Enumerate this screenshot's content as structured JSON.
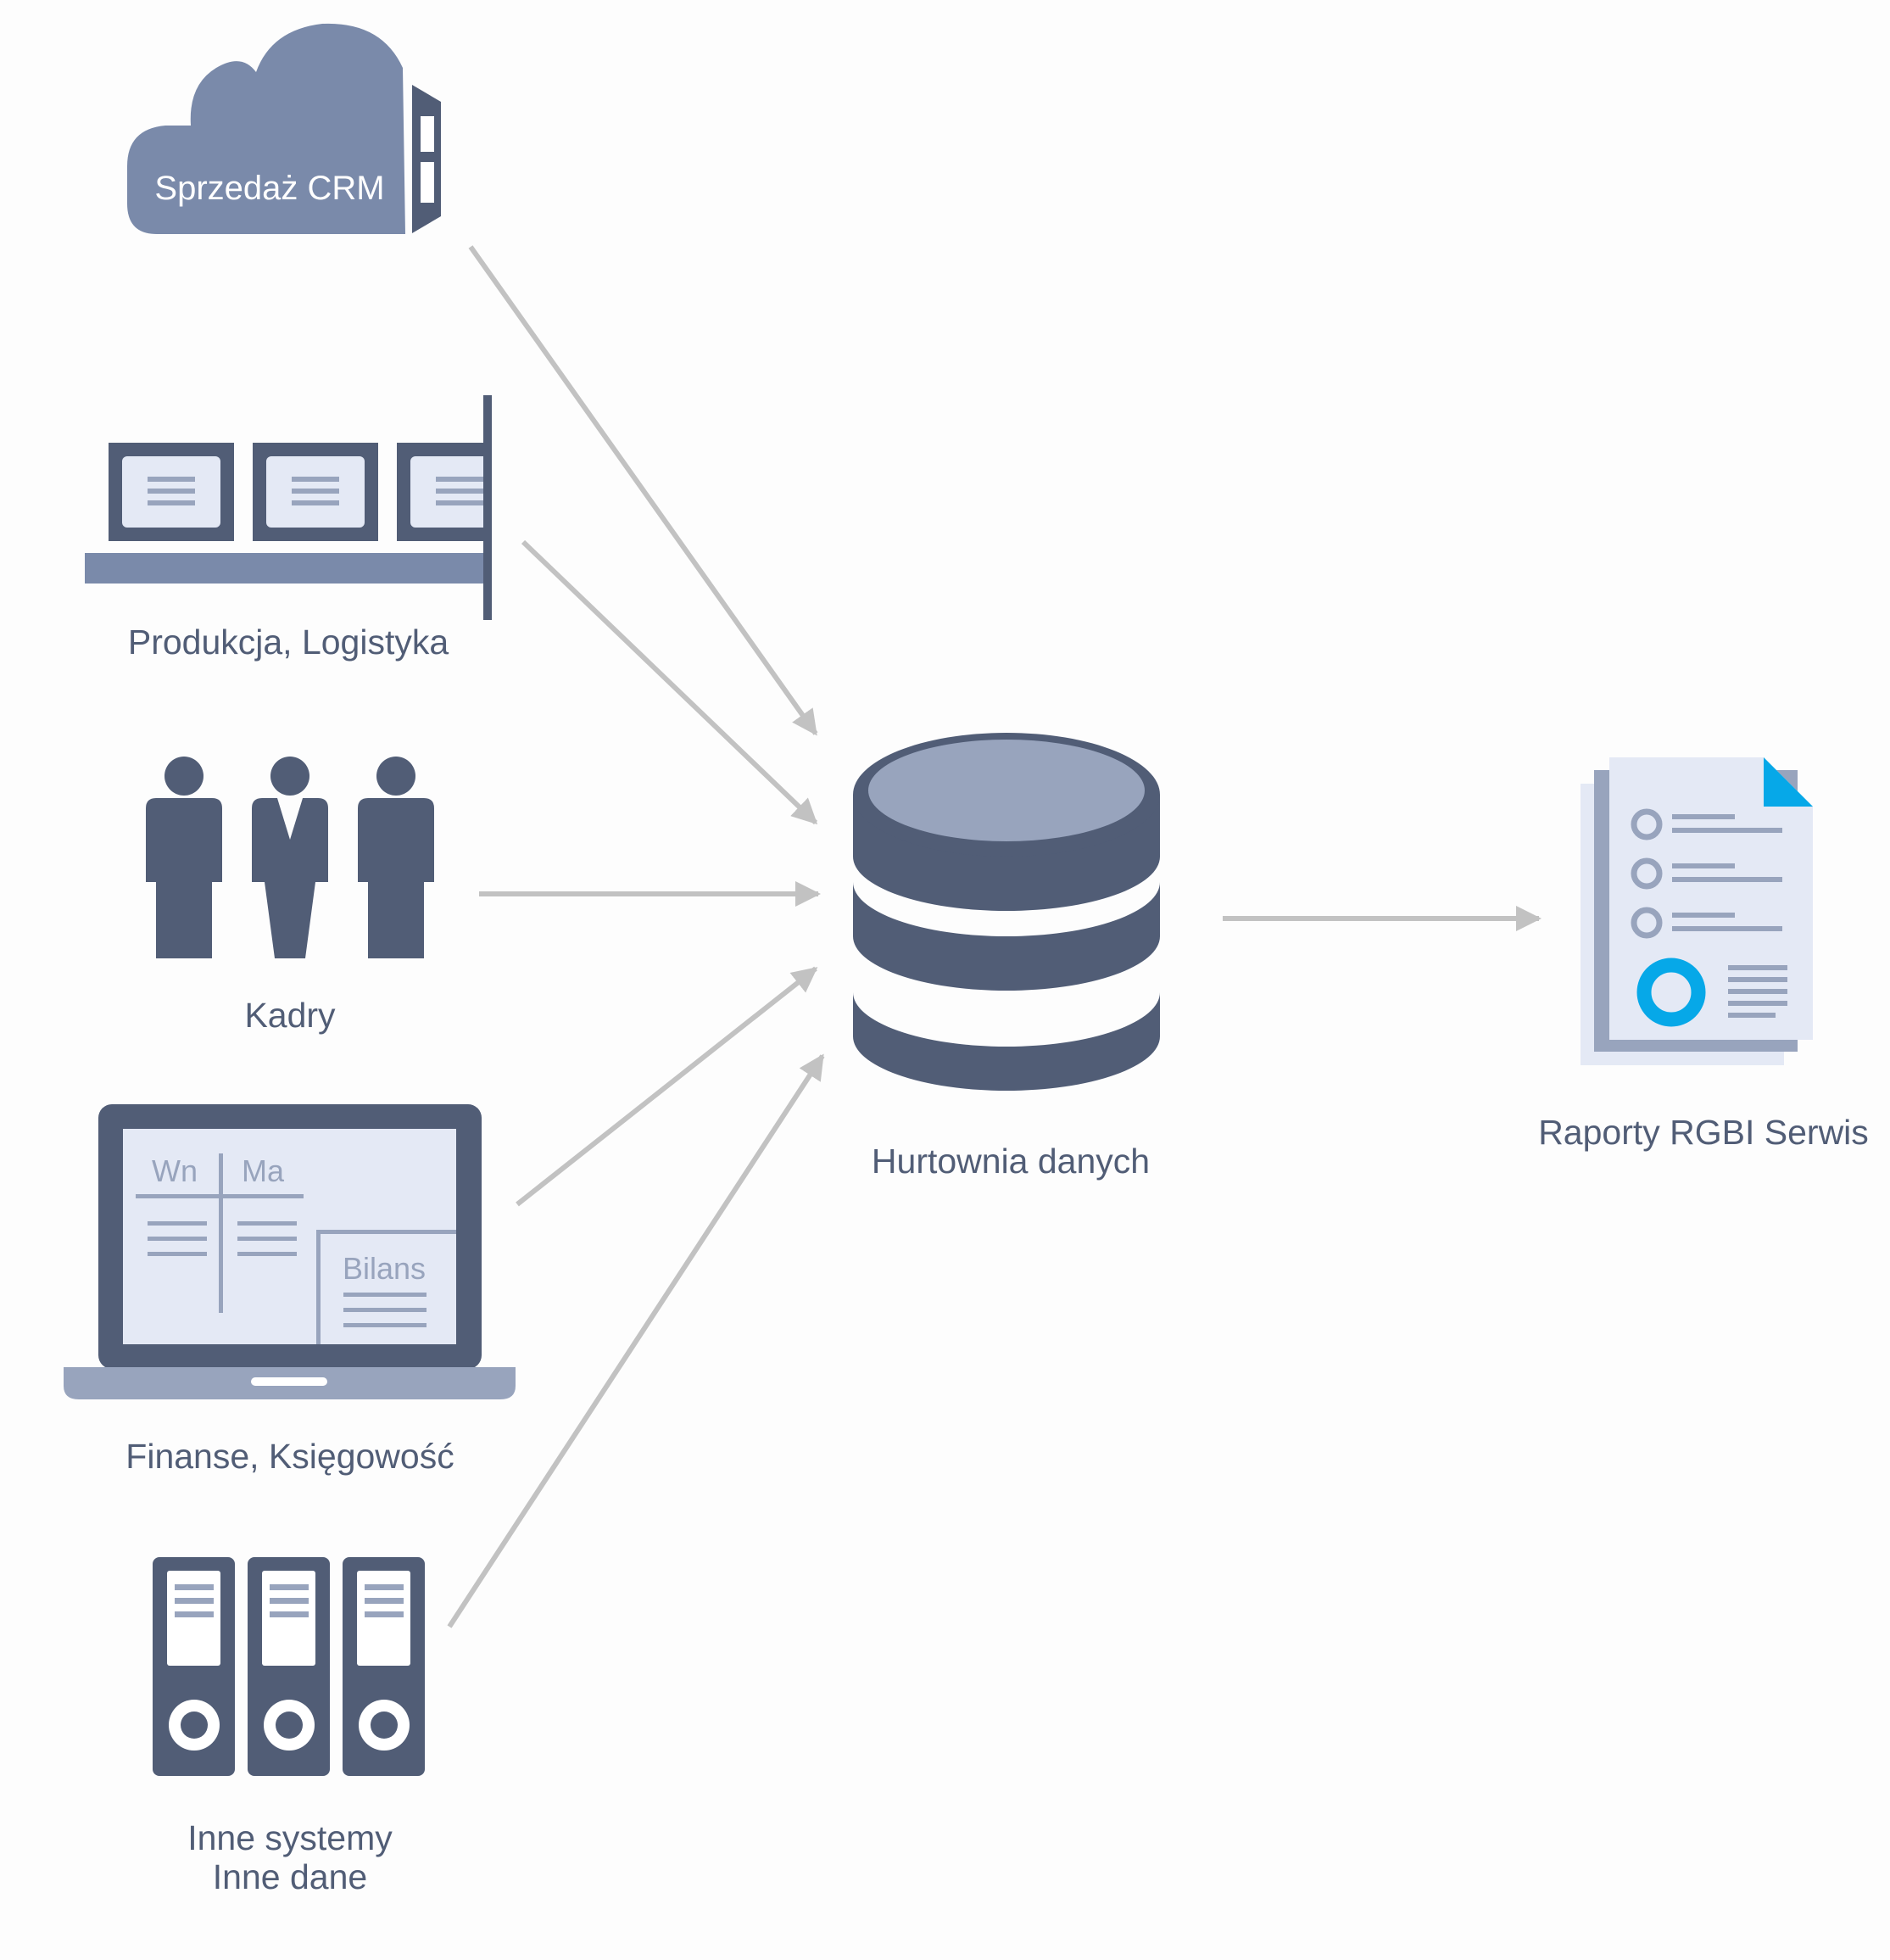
{
  "colors": {
    "dark": "#515d76",
    "medium": "#7a8aaa",
    "light": "#e4e9f5",
    "arrow": "#c2c2c2",
    "accent": "#06a8e8",
    "background": "#fdfdfd"
  },
  "sources": {
    "crm": {
      "label": "Sprzedaż CRM",
      "icon": "cloud-icon"
    },
    "production": {
      "label": "Produkcja, Logistyka",
      "icon": "conveyor-icon"
    },
    "hr": {
      "label": "Kadry",
      "icon": "people-icon"
    },
    "finance": {
      "label": "Finanse, Księgowość",
      "icon": "laptop-icon",
      "screen_debit": "Wn",
      "screen_credit": "Ma",
      "screen_balance": "Bilans"
    },
    "other": {
      "label_line1": "Inne systemy",
      "label_line2": "Inne dane",
      "icon": "binders-icon"
    }
  },
  "warehouse": {
    "label": "Hurtownia danych",
    "icon": "database-icon"
  },
  "reports": {
    "label": "Raporty RGBI Serwis",
    "icon": "report-document-icon"
  }
}
